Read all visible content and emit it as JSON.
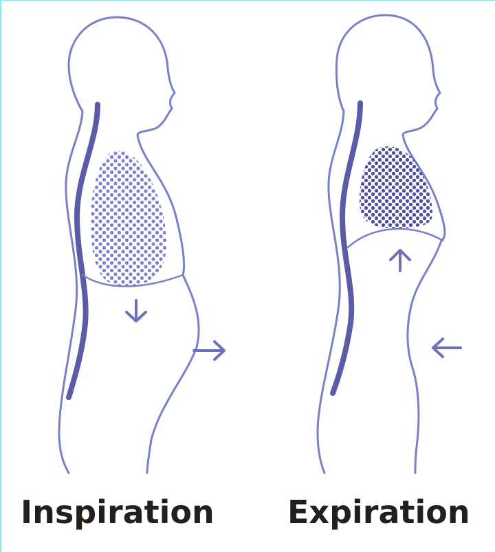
{
  "labels": {
    "inspiration": "Inspiration",
    "expiration": "Expiration"
  },
  "colors": {
    "outline": "#7b7fc9",
    "spine": "#5a5ca8",
    "lung_dots_inspiration": "#7d82cc",
    "lung_dots_expiration": "#4e52a3",
    "arrow": "#6f71b8",
    "label": "#231f1c",
    "frame": "#7fe6f0"
  },
  "figures": [
    {
      "name": "inspiration",
      "lung_state": "expanded",
      "diaphragm_arrow": "down",
      "abdomen_arrow": "right"
    },
    {
      "name": "expiration",
      "lung_state": "contracted",
      "diaphragm_arrow": "up",
      "abdomen_arrow": "left"
    }
  ]
}
